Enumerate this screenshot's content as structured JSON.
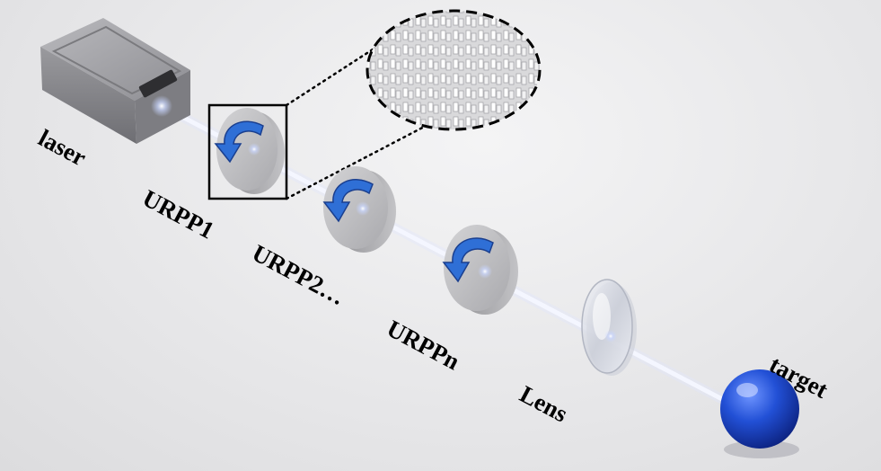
{
  "labels": {
    "laser": "laser",
    "urpp1": "URPP1",
    "urpp2": "URPP2…",
    "urppn": "URPPn",
    "lens": "Lens",
    "target": "target"
  },
  "colors": {
    "beam": "#ffffff",
    "arrow": "#2f6fd6",
    "target": "#1f4fd0",
    "plate": "#b8b8bb",
    "laser_body": "#8c8c90"
  },
  "icons": {
    "rotation": "curved-arrow-icon"
  }
}
